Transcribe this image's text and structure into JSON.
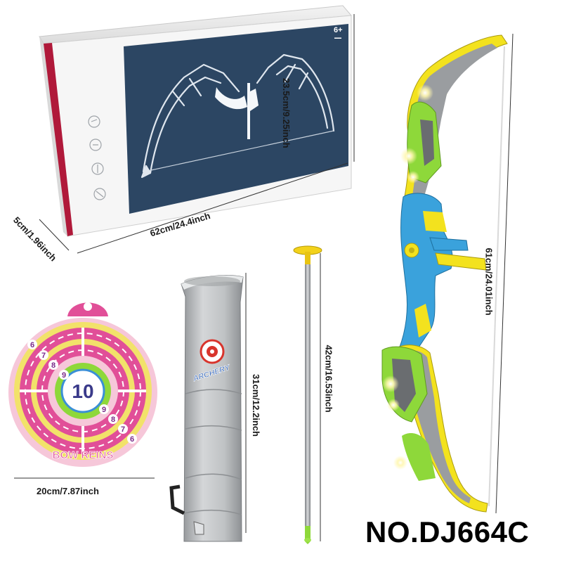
{
  "box": {
    "age_badge": "6+",
    "width_label": "62cm/24.4inch",
    "height_label": "23.5cm/9.25inch",
    "depth_label": "5cm/1.96inch"
  },
  "target": {
    "center_number": "10",
    "ring_numbers": [
      "6",
      "7",
      "8",
      "9",
      "9",
      "8",
      "7",
      "6"
    ],
    "brand_text": "BOW REINS",
    "width_label": "20cm/7.87inch"
  },
  "quiver": {
    "logo_text": "ARCHERY",
    "height_label": "31cm/12.2inch"
  },
  "arrow": {
    "length_label": "42cm/16.53inch"
  },
  "bow": {
    "length_label": "61cm/24.01inch"
  },
  "product": {
    "model_number": "NO.DJ664C"
  },
  "colors": {
    "box_panel": "#2c4663",
    "box_stripe": "#b0193a",
    "bow_blue": "#3aa2dc",
    "bow_green": "#8ed83a",
    "bow_yellow": "#f3e21e",
    "bow_gray": "#9a9da0",
    "target_pink": "#e14f98",
    "target_yellow": "#f2e26a",
    "quiver_gray": "#bfc2c4",
    "arrow_tip": "#f3d21a"
  }
}
